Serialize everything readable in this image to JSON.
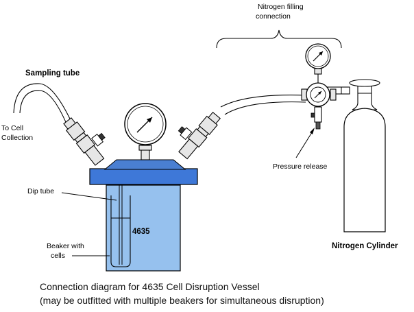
{
  "labels": {
    "sampling_tube": "Sampling tube",
    "to_cell_line1": "To Cell",
    "to_cell_line2": "Collection",
    "dip_tube": "Dip tube",
    "beaker_line1": "Beaker with",
    "beaker_line2": "cells",
    "vessel_model": "4635",
    "nitrogen_line1": "Nitrogen filling",
    "nitrogen_line2": "connection",
    "pressure_release": "Pressure release",
    "nitrogen_cylinder": "Nitrogen Cylinder"
  },
  "caption": {
    "line1": "Connection diagram for 4635 Cell Disruption Vessel",
    "line2": "(may be outfitted with multiple beakers for simultaneous disruption)"
  },
  "colors": {
    "vessel_body": "#96c1ee",
    "vessel_lid": "#3e78d8",
    "lid_cap": "#4a7fd2",
    "metal": "#e6e6e6"
  }
}
